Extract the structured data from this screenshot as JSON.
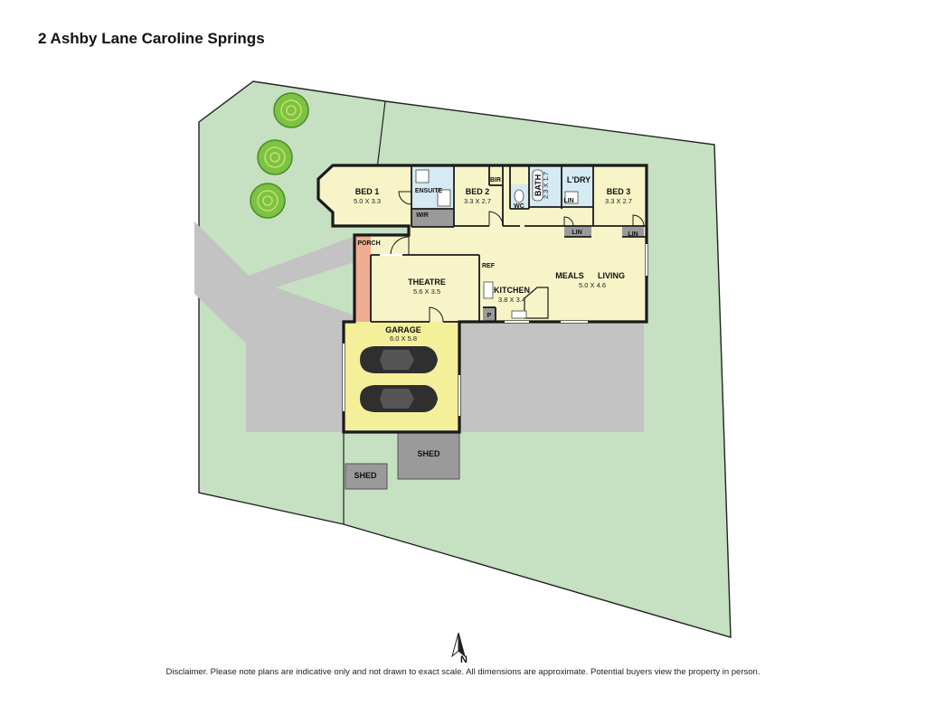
{
  "title": "2 Ashby Lane Caroline Springs",
  "disclaimer": "Disclaimer. Please note plans are indicative only and not drawn to exact scale. All dimensions are approximate. Potential buyers view the property in person.",
  "north_label": "N",
  "colors": {
    "lawn": "#c6e0c2",
    "boundary": "#222222",
    "driveway": "#c3c3c3",
    "house_floor": "#f7f4c8",
    "garage_floor": "#f4f09a",
    "porch": "#f0ad92",
    "shed": "#9a9a9a",
    "tree": "#7cc243",
    "car": "#2f2f2f"
  },
  "rooms": {
    "bed1": {
      "name": "BED 1",
      "dims": "5.0 X 3.3"
    },
    "ensuite": {
      "name": "ENSUITE"
    },
    "wir": {
      "name": "WIR"
    },
    "bed2": {
      "name": "BED 2",
      "dims": "3.3 X 2.7"
    },
    "bir": {
      "name": "BIR"
    },
    "wc": {
      "name": "WC"
    },
    "bath": {
      "name": "BATH",
      "dims": "2.3 X 1.7"
    },
    "lin1": {
      "name": "LIN"
    },
    "laundry": {
      "name": "L'DRY"
    },
    "bed3": {
      "name": "BED 3",
      "dims": "3.3 X 2.7"
    },
    "lin2": {
      "name": "LIN"
    },
    "lin3": {
      "name": "LIN"
    },
    "porch": {
      "name": "PORCH"
    },
    "theatre": {
      "name": "THEATRE",
      "dims": "5.6 X 3.5"
    },
    "ref": {
      "name": "REF"
    },
    "kitchen": {
      "name": "KITCHEN",
      "dims": "3.8 X 3.4"
    },
    "pantry": {
      "name": "P"
    },
    "meals": {
      "name": "MEALS"
    },
    "living": {
      "name": "LIVING",
      "dims": "5.0 X 4.6"
    },
    "garage": {
      "name": "GARAGE",
      "dims": "6.0 X 5.8"
    },
    "shed_large": {
      "name": "SHED"
    },
    "shed_small": {
      "name": "SHED"
    }
  }
}
